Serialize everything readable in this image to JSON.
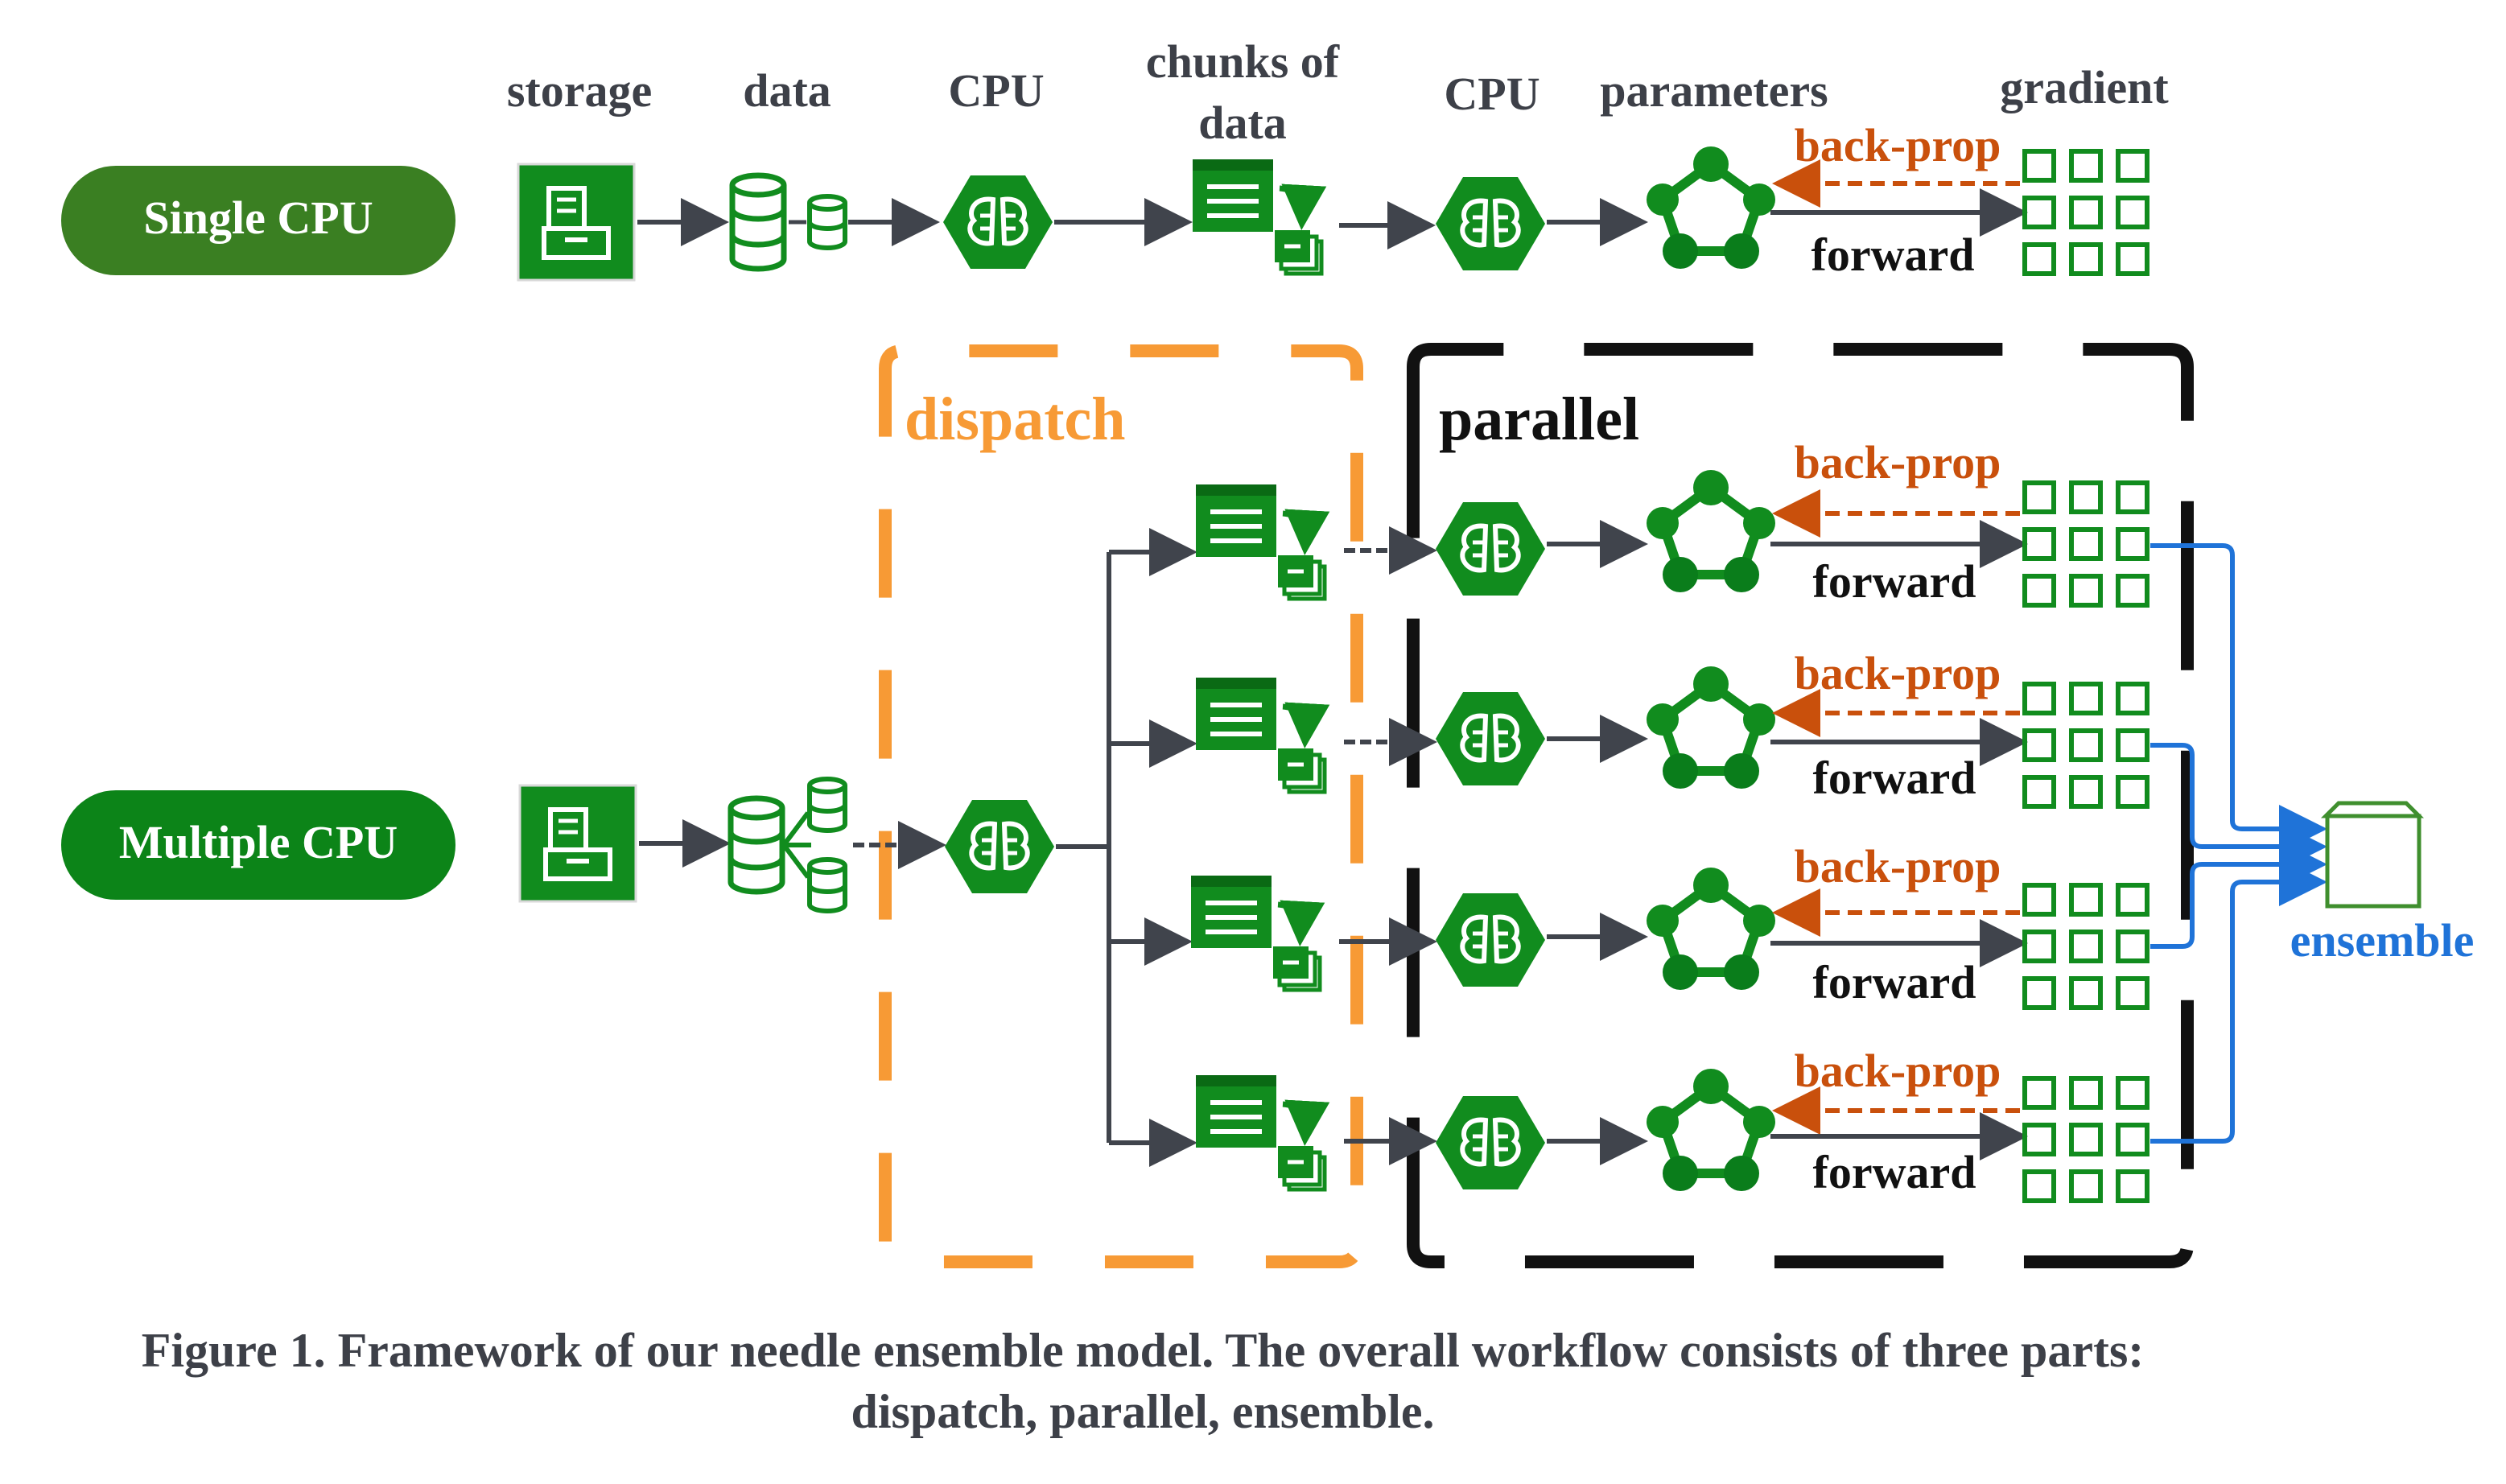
{
  "headers": {
    "storage": "storage",
    "data": "data",
    "cpu": "CPU",
    "chunks_line1": "chunks of",
    "chunks_line2": "data",
    "cpu2": "CPU",
    "parameters": "parameters",
    "gradient": "gradient"
  },
  "rows": {
    "single": "Single CPU",
    "multiple": "Multiple CPU"
  },
  "stages": {
    "dispatch": "dispatch",
    "parallel": "parallel",
    "ensemble": "ensemble"
  },
  "flow": {
    "back_prop": "back-prop",
    "forward": "forward"
  },
  "caption": {
    "line1": "Figure 1. Framework of our needle ensemble model. The overall workflow consists of three parts:",
    "line2": "dispatch, parallel, ensemble."
  },
  "colors": {
    "green_dark": "#0a7d1b",
    "green_icon": "#118c1e",
    "pill_single": "#3a7f22",
    "pill_multi": "#0c8418",
    "orange_dispatch": "#f79a35",
    "orange_backprop": "#c9500c",
    "blue_ensemble": "#1f73d8",
    "arrow_gray": "#40444c"
  },
  "icons": [
    "storage-box-icon",
    "database-icon",
    "cpu-brain-icon",
    "document-chunks-icon",
    "parameters-network-icon",
    "gradient-grid-icon",
    "ensemble-box-icon"
  ]
}
